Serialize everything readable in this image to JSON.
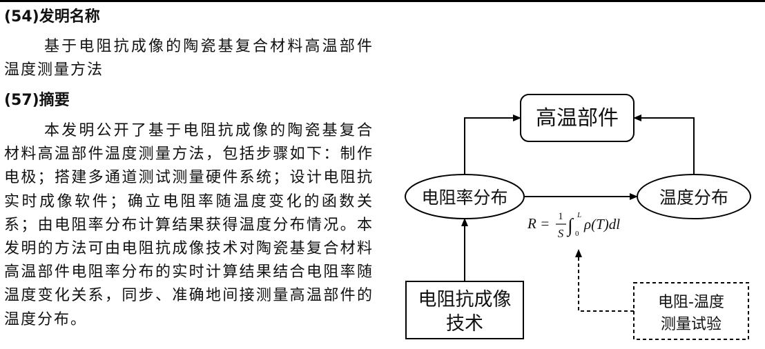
{
  "heading_54": "(54)发明名称",
  "invention_title": "基于电阻抗成像的陶瓷基复合材料高温部件温度测量方法",
  "heading_57": "(57)摘要",
  "abstract": "本发明公开了基于电阻抗成像的陶瓷基复合材料高温部件温度测量方法，包括步骤如下：制作电极；搭建多通道测试测量硬件系统；设计电阻抗实时成像软件；确立电阻率随温度变化的函数关系；由电阻率分布计算结果获得温度分布情况。本发明的方法可由电阻抗成像技术对陶瓷基复合材料高温部件电阻率分布的实时计算结果结合电阻率随温度变化关系，同步、准确地间接测量高温部件的温度分布。",
  "diagram": {
    "top_box": "高温部件",
    "left_ellipse": "电阻率分布",
    "right_ellipse": "温度分布",
    "bottom_left_line1": "电阻抗成像",
    "bottom_left_line2": "技术",
    "bottom_right_line1": "电阻-温度",
    "bottom_right_line2": "测量试验",
    "formula": {
      "lhs": "R =",
      "frac_num": "1",
      "frac_den": "S",
      "integral": "∫",
      "upper": "L",
      "lower": "0",
      "integrand": "ρ(T)dl"
    }
  }
}
